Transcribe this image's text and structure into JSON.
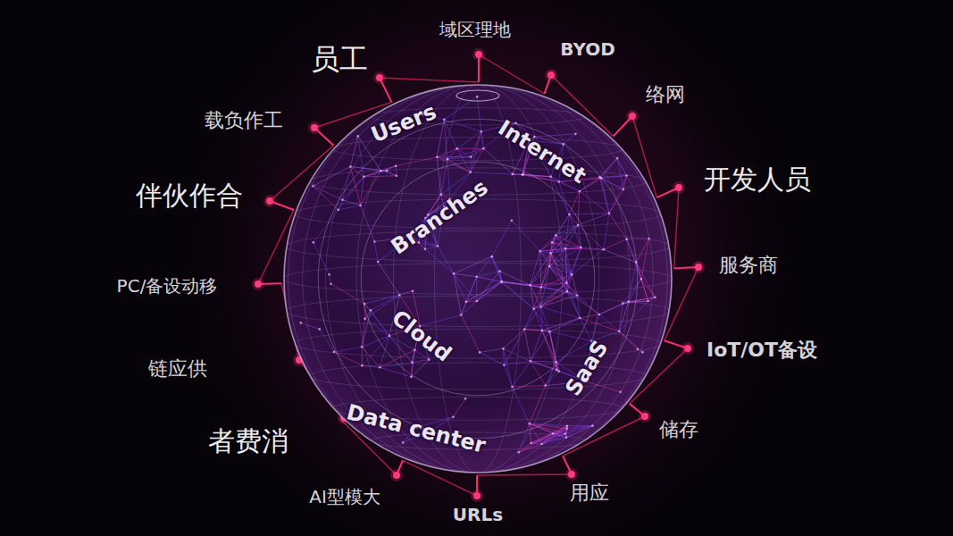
{
  "diagram": {
    "nodes": [
      {
        "text": [
          "Users",
          "Internet",
          "Branches",
          "Cloud",
          "SaaS",
          "Data center"
        ]
      }
    ],
    "labels": [
      "员工",
      "域区理地",
      "BYOD",
      "络网",
      "开发人员",
      "服务商",
      "IoT/OT备设",
      "储存",
      "用应",
      "URLs",
      "AI型模大",
      "者费消",
      "链应供",
      "PC/备设动移",
      "伴伙作合",
      "载负作工"
    ]
  }
}
